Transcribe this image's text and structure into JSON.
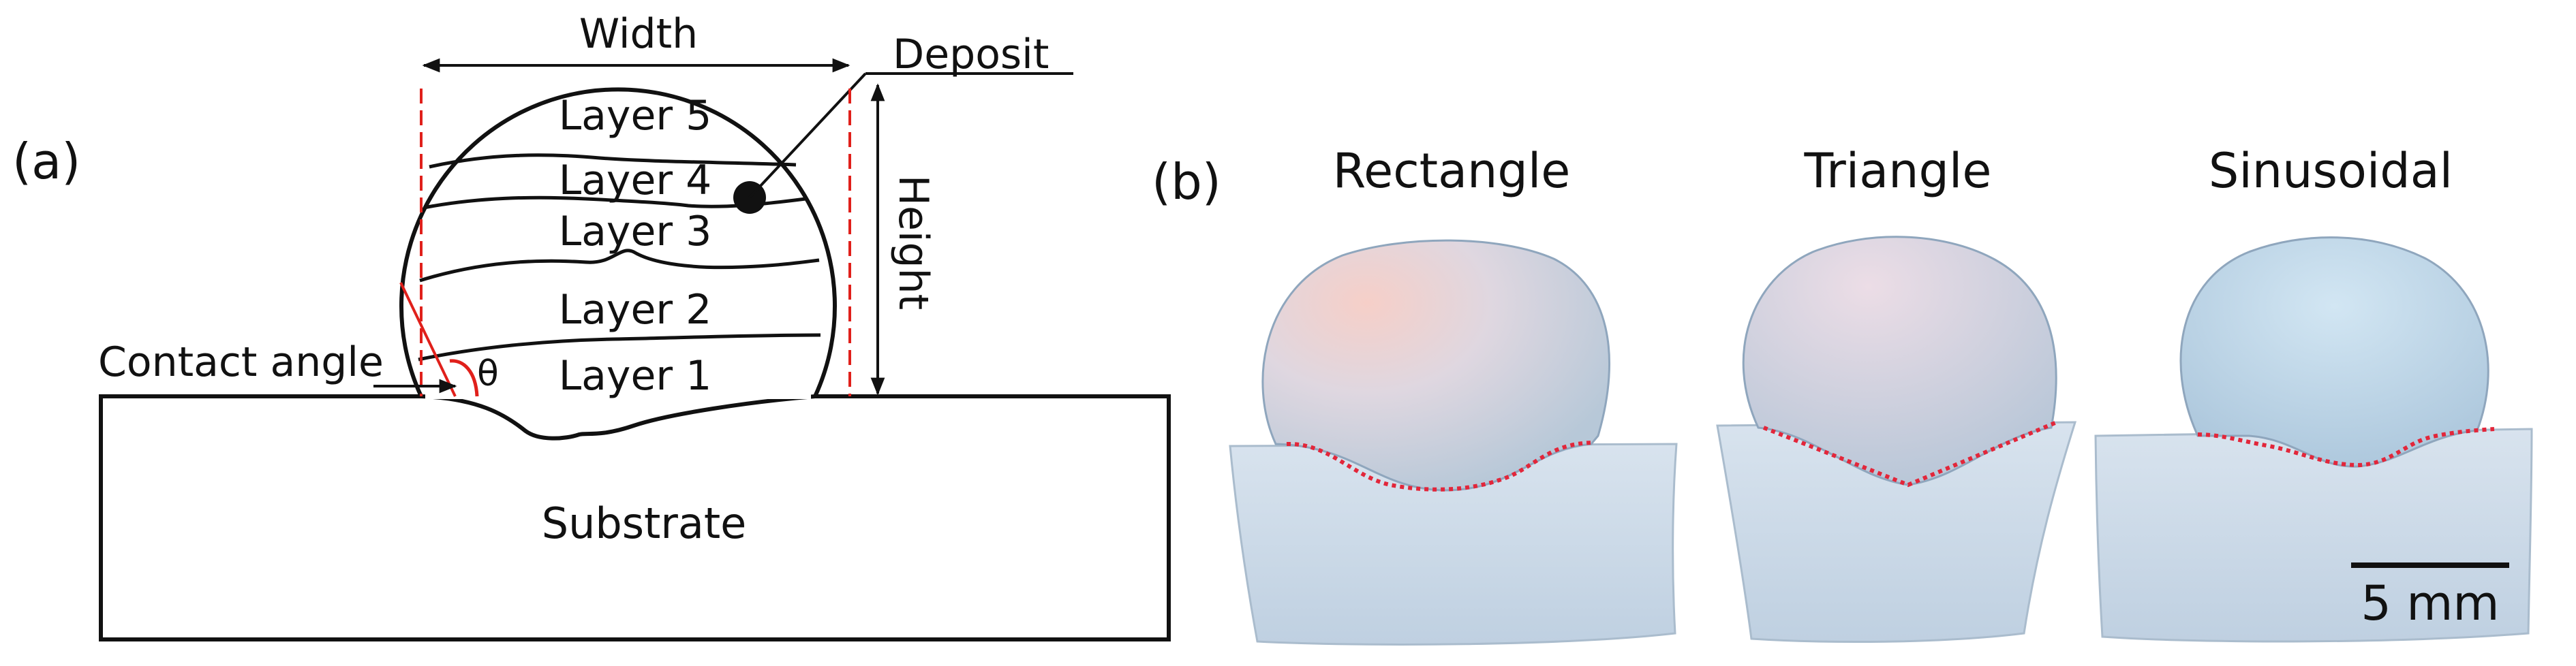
{
  "panel_a": {
    "label": "(a)",
    "width_label": "Width",
    "deposit_label": "Deposit",
    "height_label": "Height",
    "layers": [
      "Layer 5",
      "Layer 4",
      "Layer 3",
      "Layer 2",
      "Layer 1"
    ],
    "contact_angle_label": "Contact angle",
    "theta_label": "θ",
    "substrate_label": "Substrate"
  },
  "panel_b": {
    "label": "(b)",
    "samples": [
      "Rectangle",
      "Triangle",
      "Sinusoidal"
    ],
    "scale_bar_label": "5 mm"
  },
  "colors": {
    "line": "#111111",
    "guide_red": "#e0201b",
    "interface_red": "#e2263a",
    "sample_blue": "#c4d3e2"
  }
}
